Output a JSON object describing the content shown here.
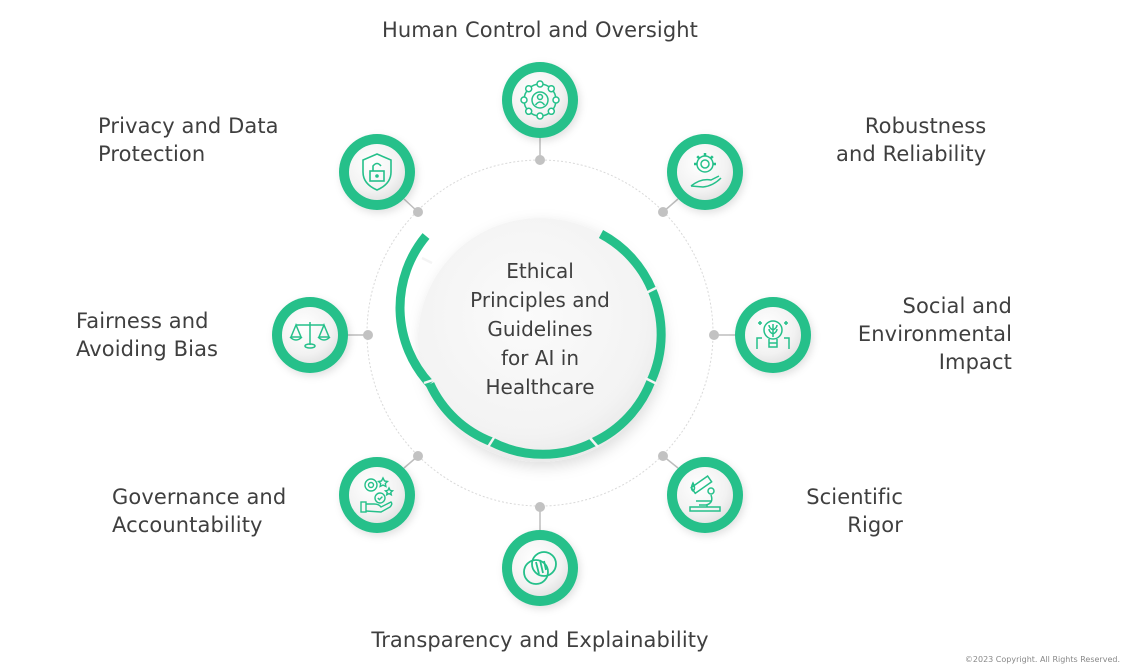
{
  "title": "Ethical Principles and Guidelines for AI in Healthcare",
  "center": {
    "lines": [
      "Ethical",
      "Principles and",
      "Guidelines",
      "for AI in",
      "Healthcare"
    ]
  },
  "colors": {
    "accent": "#25C08A",
    "text": "#3F3F3F",
    "connector": "#B5B5B5",
    "ring": "#D6D6D6",
    "disc": "#F4F4F4"
  },
  "principles": [
    {
      "id": "human-control",
      "icon": "network-person-icon",
      "lines": [
        "Human Control and Oversight"
      ]
    },
    {
      "id": "robustness",
      "icon": "gear-hand-icon",
      "lines": [
        "Robustness",
        "and Reliability"
      ]
    },
    {
      "id": "social-environmental",
      "icon": "lightbulb-leaf-icon",
      "lines": [
        "Social and",
        "Environmental",
        "Impact"
      ]
    },
    {
      "id": "scientific-rigor",
      "icon": "microscope-icon",
      "lines": [
        "Scientific",
        "Rigor"
      ]
    },
    {
      "id": "transparency",
      "icon": "overlapping-circles-icon",
      "lines": [
        "Transparency and Explainability"
      ]
    },
    {
      "id": "governance",
      "icon": "gear-hand-check-icon",
      "lines": [
        "Governance and",
        "Accountability"
      ]
    },
    {
      "id": "fairness",
      "icon": "scales-icon",
      "lines": [
        "Fairness and",
        "Avoiding Bias"
      ]
    },
    {
      "id": "privacy",
      "icon": "shield-lock-icon",
      "lines": [
        "Privacy and Data",
        "Protection"
      ]
    }
  ],
  "footer": {
    "copyright": "©2023 Copyright. All Rights Reserved."
  }
}
